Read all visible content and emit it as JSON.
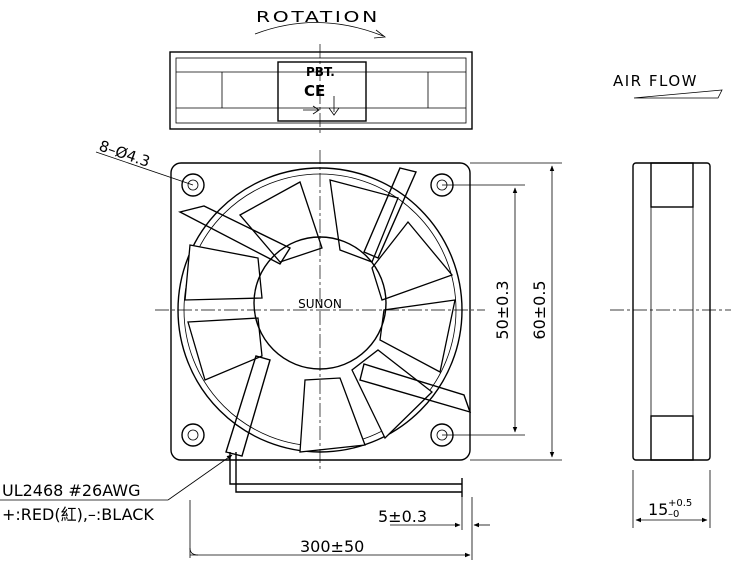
{
  "drawing": {
    "rotation_label": "ROTATION",
    "airflow_label": "AIR FLOW",
    "material_label": "PBT.",
    "ce_mark": "CE",
    "hub_label": "SUNON",
    "hole_spec": "8–Ø4.3",
    "dim_hole_pitch": "50±0.3",
    "dim_frame_size": "60±0.5",
    "dim_lead_strip": "5±0.3",
    "dim_lead_length": "300±50",
    "wire_spec": "UL2468  #26AWG",
    "wire_colors": "+:RED(紅),–:BLACK",
    "dim_thickness_base": "15",
    "dim_thickness_upper": "+0.5",
    "dim_thickness_lower": "–0"
  }
}
